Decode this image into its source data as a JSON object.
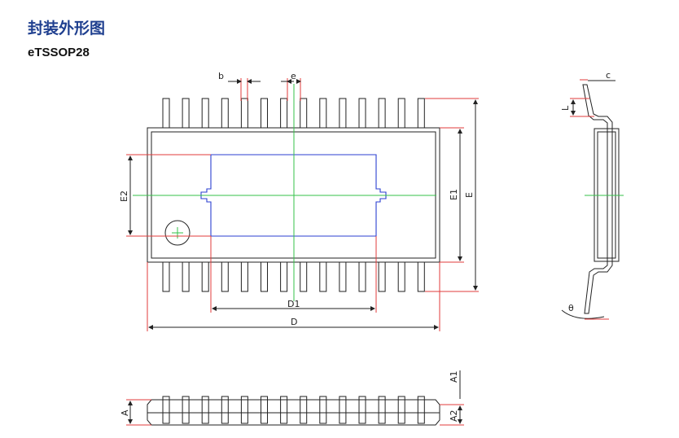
{
  "header": {
    "title": "封装外形图",
    "subtitle": "eTSSOP28"
  },
  "dimensions": {
    "b": "b",
    "e": "e",
    "c": "c",
    "L": "L",
    "theta": "θ",
    "E2": "E2",
    "E1": "E1",
    "E": "E",
    "D1": "D1",
    "D": "D",
    "A": "A",
    "A1": "A1",
    "A2": "A2"
  }
}
